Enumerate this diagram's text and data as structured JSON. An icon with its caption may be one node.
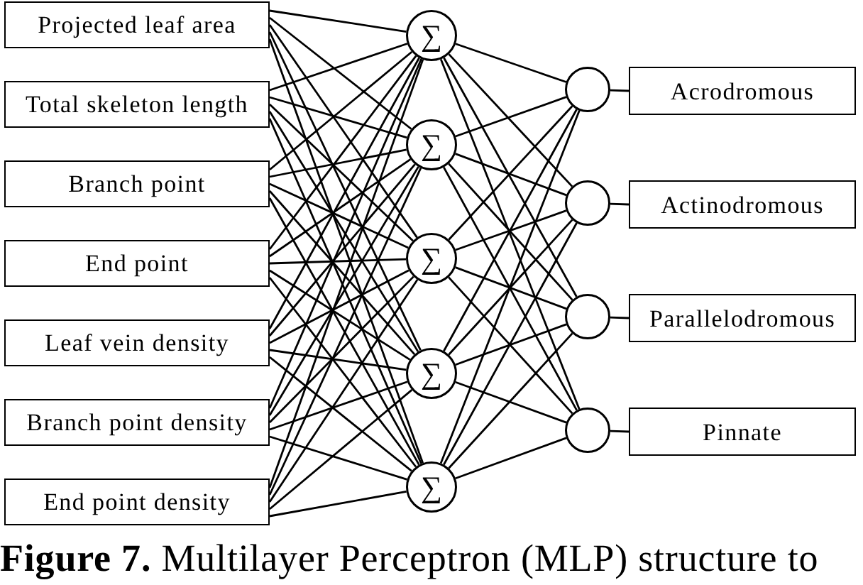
{
  "diagram": {
    "caption": "**Figure 7.** Multilayer Perceptron (MLP) structure to",
    "nodes": [
      {
        "text": [
          "Projected leaf area"
        ]
      },
      {
        "text": [
          "Total skeleton length"
        ]
      },
      {
        "text": [
          "Branch point"
        ]
      },
      {
        "text": [
          "End point"
        ]
      },
      {
        "text": [
          "Leaf vein density"
        ]
      },
      {
        "text": [
          "Branch point density"
        ]
      },
      {
        "text": [
          "End point density"
        ]
      },
      {
        "text": [
          "∑"
        ]
      },
      {
        "text": [
          "∑"
        ]
      },
      {
        "text": [
          "∑"
        ]
      },
      {
        "text": [
          "∑"
        ]
      },
      {
        "text": [
          "∑"
        ]
      },
      {
        "text": [],
        "shape": "circle"
      },
      {
        "text": [],
        "shape": "circle"
      },
      {
        "text": [],
        "shape": "circle"
      },
      {
        "text": [],
        "shape": "circle"
      },
      {
        "text": [
          "Acrodromous"
        ]
      },
      {
        "text": [
          "Actinodromous"
        ]
      },
      {
        "text": [
          "Parallelodromous"
        ]
      },
      {
        "text": [
          "Pinnate"
        ]
      }
    ],
    "edges": [
      {
        "from": 0,
        "to": 7,
        "arrow": "none"
      },
      {
        "from": 0,
        "to": 8,
        "arrow": "none"
      },
      {
        "from": 0,
        "to": 9,
        "arrow": "none"
      },
      {
        "from": 0,
        "to": 10,
        "arrow": "none"
      },
      {
        "from": 0,
        "to": 11,
        "arrow": "none"
      },
      {
        "from": 1,
        "to": 7,
        "arrow": "none"
      },
      {
        "from": 1,
        "to": 8,
        "arrow": "none"
      },
      {
        "from": 1,
        "to": 9,
        "arrow": "none"
      },
      {
        "from": 1,
        "to": 10,
        "arrow": "none"
      },
      {
        "from": 1,
        "to": 11,
        "arrow": "none"
      },
      {
        "from": 2,
        "to": 7,
        "arrow": "none"
      },
      {
        "from": 2,
        "to": 8,
        "arrow": "none"
      },
      {
        "from": 2,
        "to": 9,
        "arrow": "none"
      },
      {
        "from": 2,
        "to": 10,
        "arrow": "none"
      },
      {
        "from": 2,
        "to": 11,
        "arrow": "none"
      },
      {
        "from": 3,
        "to": 7,
        "arrow": "none"
      },
      {
        "from": 3,
        "to": 8,
        "arrow": "none"
      },
      {
        "from": 3,
        "to": 9,
        "arrow": "none"
      },
      {
        "from": 3,
        "to": 10,
        "arrow": "none"
      },
      {
        "from": 3,
        "to": 11,
        "arrow": "none"
      },
      {
        "from": 4,
        "to": 7,
        "arrow": "none"
      },
      {
        "from": 4,
        "to": 8,
        "arrow": "none"
      },
      {
        "from": 4,
        "to": 9,
        "arrow": "none"
      },
      {
        "from": 4,
        "to": 10,
        "arrow": "none"
      },
      {
        "from": 4,
        "to": 11,
        "arrow": "none"
      },
      {
        "from": 5,
        "to": 7,
        "arrow": "none"
      },
      {
        "from": 5,
        "to": 8,
        "arrow": "none"
      },
      {
        "from": 5,
        "to": 9,
        "arrow": "none"
      },
      {
        "from": 5,
        "to": 10,
        "arrow": "none"
      },
      {
        "from": 5,
        "to": 11,
        "arrow": "none"
      },
      {
        "from": 6,
        "to": 7,
        "arrow": "none"
      },
      {
        "from": 6,
        "to": 8,
        "arrow": "none"
      },
      {
        "from": 6,
        "to": 9,
        "arrow": "none"
      },
      {
        "from": 6,
        "to": 10,
        "arrow": "none"
      },
      {
        "from": 6,
        "to": 11,
        "arrow": "none"
      },
      {
        "from": 7,
        "to": 12,
        "arrow": "none"
      },
      {
        "from": 7,
        "to": 13,
        "arrow": "none"
      },
      {
        "from": 7,
        "to": 14,
        "arrow": "none"
      },
      {
        "from": 7,
        "to": 15,
        "arrow": "none"
      },
      {
        "from": 8,
        "to": 12,
        "arrow": "none"
      },
      {
        "from": 8,
        "to": 13,
        "arrow": "none"
      },
      {
        "from": 8,
        "to": 14,
        "arrow": "none"
      },
      {
        "from": 8,
        "to": 15,
        "arrow": "none"
      },
      {
        "from": 9,
        "to": 12,
        "arrow": "none"
      },
      {
        "from": 9,
        "to": 13,
        "arrow": "none"
      },
      {
        "from": 9,
        "to": 14,
        "arrow": "none"
      },
      {
        "from": 9,
        "to": 15,
        "arrow": "none"
      },
      {
        "from": 10,
        "to": 12,
        "arrow": "none"
      },
      {
        "from": 10,
        "to": 13,
        "arrow": "none"
      },
      {
        "from": 10,
        "to": 14,
        "arrow": "none"
      },
      {
        "from": 10,
        "to": 15,
        "arrow": "none"
      },
      {
        "from": 11,
        "to": 12,
        "arrow": "none"
      },
      {
        "from": 11,
        "to": 13,
        "arrow": "none"
      },
      {
        "from": 11,
        "to": 14,
        "arrow": "none"
      },
      {
        "from": 11,
        "to": 15,
        "arrow": "none"
      },
      {
        "from": 12,
        "to": 16,
        "arrow": "none"
      },
      {
        "from": 13,
        "to": 17,
        "arrow": "none"
      },
      {
        "from": 14,
        "to": 18,
        "arrow": "none"
      },
      {
        "from": 15,
        "to": 19,
        "arrow": "none"
      }
    ]
  }
}
